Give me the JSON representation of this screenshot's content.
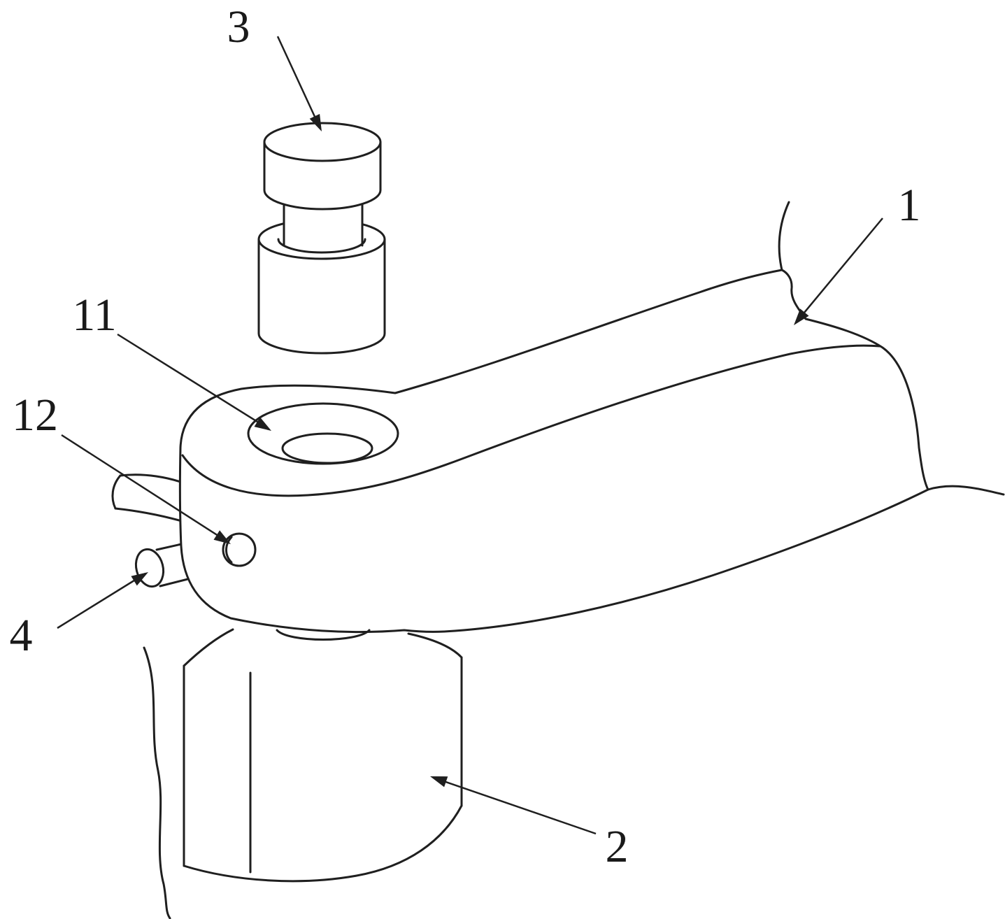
{
  "figure": {
    "type": "technical-line-drawing",
    "description": "Exploded patent-style line drawing of a clamp arm assembly: bolt above a boss hole on a curved lever arm, side pin and pin hole on the boss, arm seated on a cylindrical base",
    "background_color": "#ffffff",
    "line_color": "#1f1f1f"
  },
  "labels": {
    "bolt": "3",
    "arm": "1",
    "boss_hole": "11",
    "pin_hole": "12",
    "pin": "4",
    "base": "2"
  }
}
